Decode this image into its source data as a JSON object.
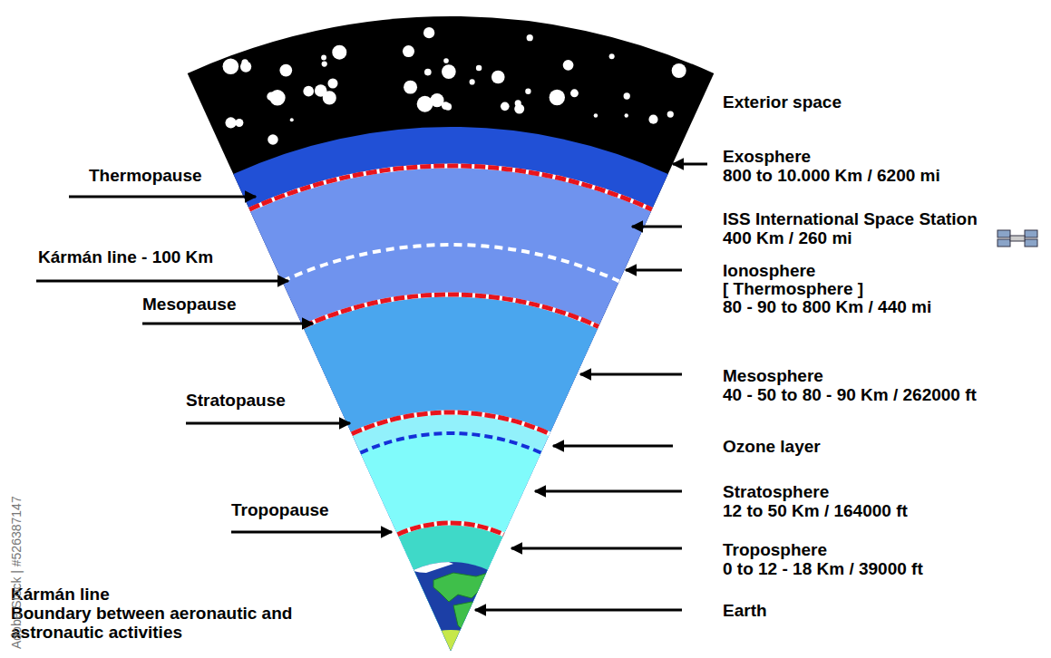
{
  "diagram": {
    "labels": [
      "Exterior space",
      "Thermopause",
      "Exosphere",
      "800 to 10.000 Km / 6200 mi",
      "ISS International Space Station",
      "400 Km / 260 mi",
      "Kármán line - 100 Km",
      "Ionosphere",
      "[ Thermosphere ]",
      "80 - 90 to 800 Km / 440 mi",
      "Mesopause",
      "Mesosphere",
      "40 - 50 to 80 - 90 Km / 262000 ft",
      "Stratopause",
      "Ozone layer",
      "Stratosphere",
      "12 to 50 Km / 164000 ft",
      "Tropopause",
      "Troposphere",
      "0 to 12 - 18 Km / 39000 ft",
      "Kármán line",
      "Boundary between aeronautic and astronautic activities",
      "Earth",
      "Adobe Stock | #526387147"
    ]
  }
}
